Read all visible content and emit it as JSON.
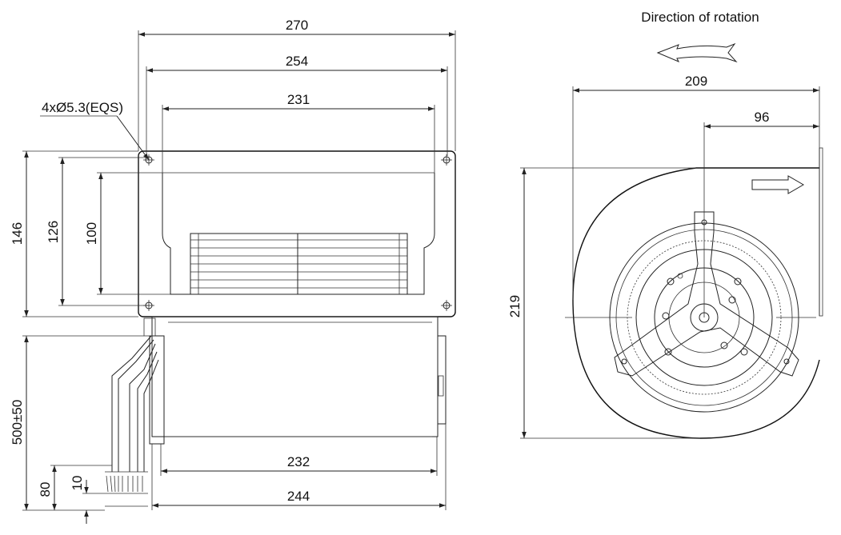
{
  "front_view": {
    "width_overall": "270",
    "hole_spacing": "254",
    "outlet_width": "231",
    "hole_callout": "4xØ5.3(EQS)",
    "height_overall": "146",
    "hole_spacing_vertical": "126",
    "outlet_height": "100",
    "cable_length": "500±50",
    "strip_length": "80",
    "wire_end": "10",
    "motor_length": "232",
    "housing_length": "244"
  },
  "side_view": {
    "rotation_label": "Direction of rotation",
    "width_overall": "209",
    "outlet_offset": "96",
    "height_overall": "219"
  }
}
